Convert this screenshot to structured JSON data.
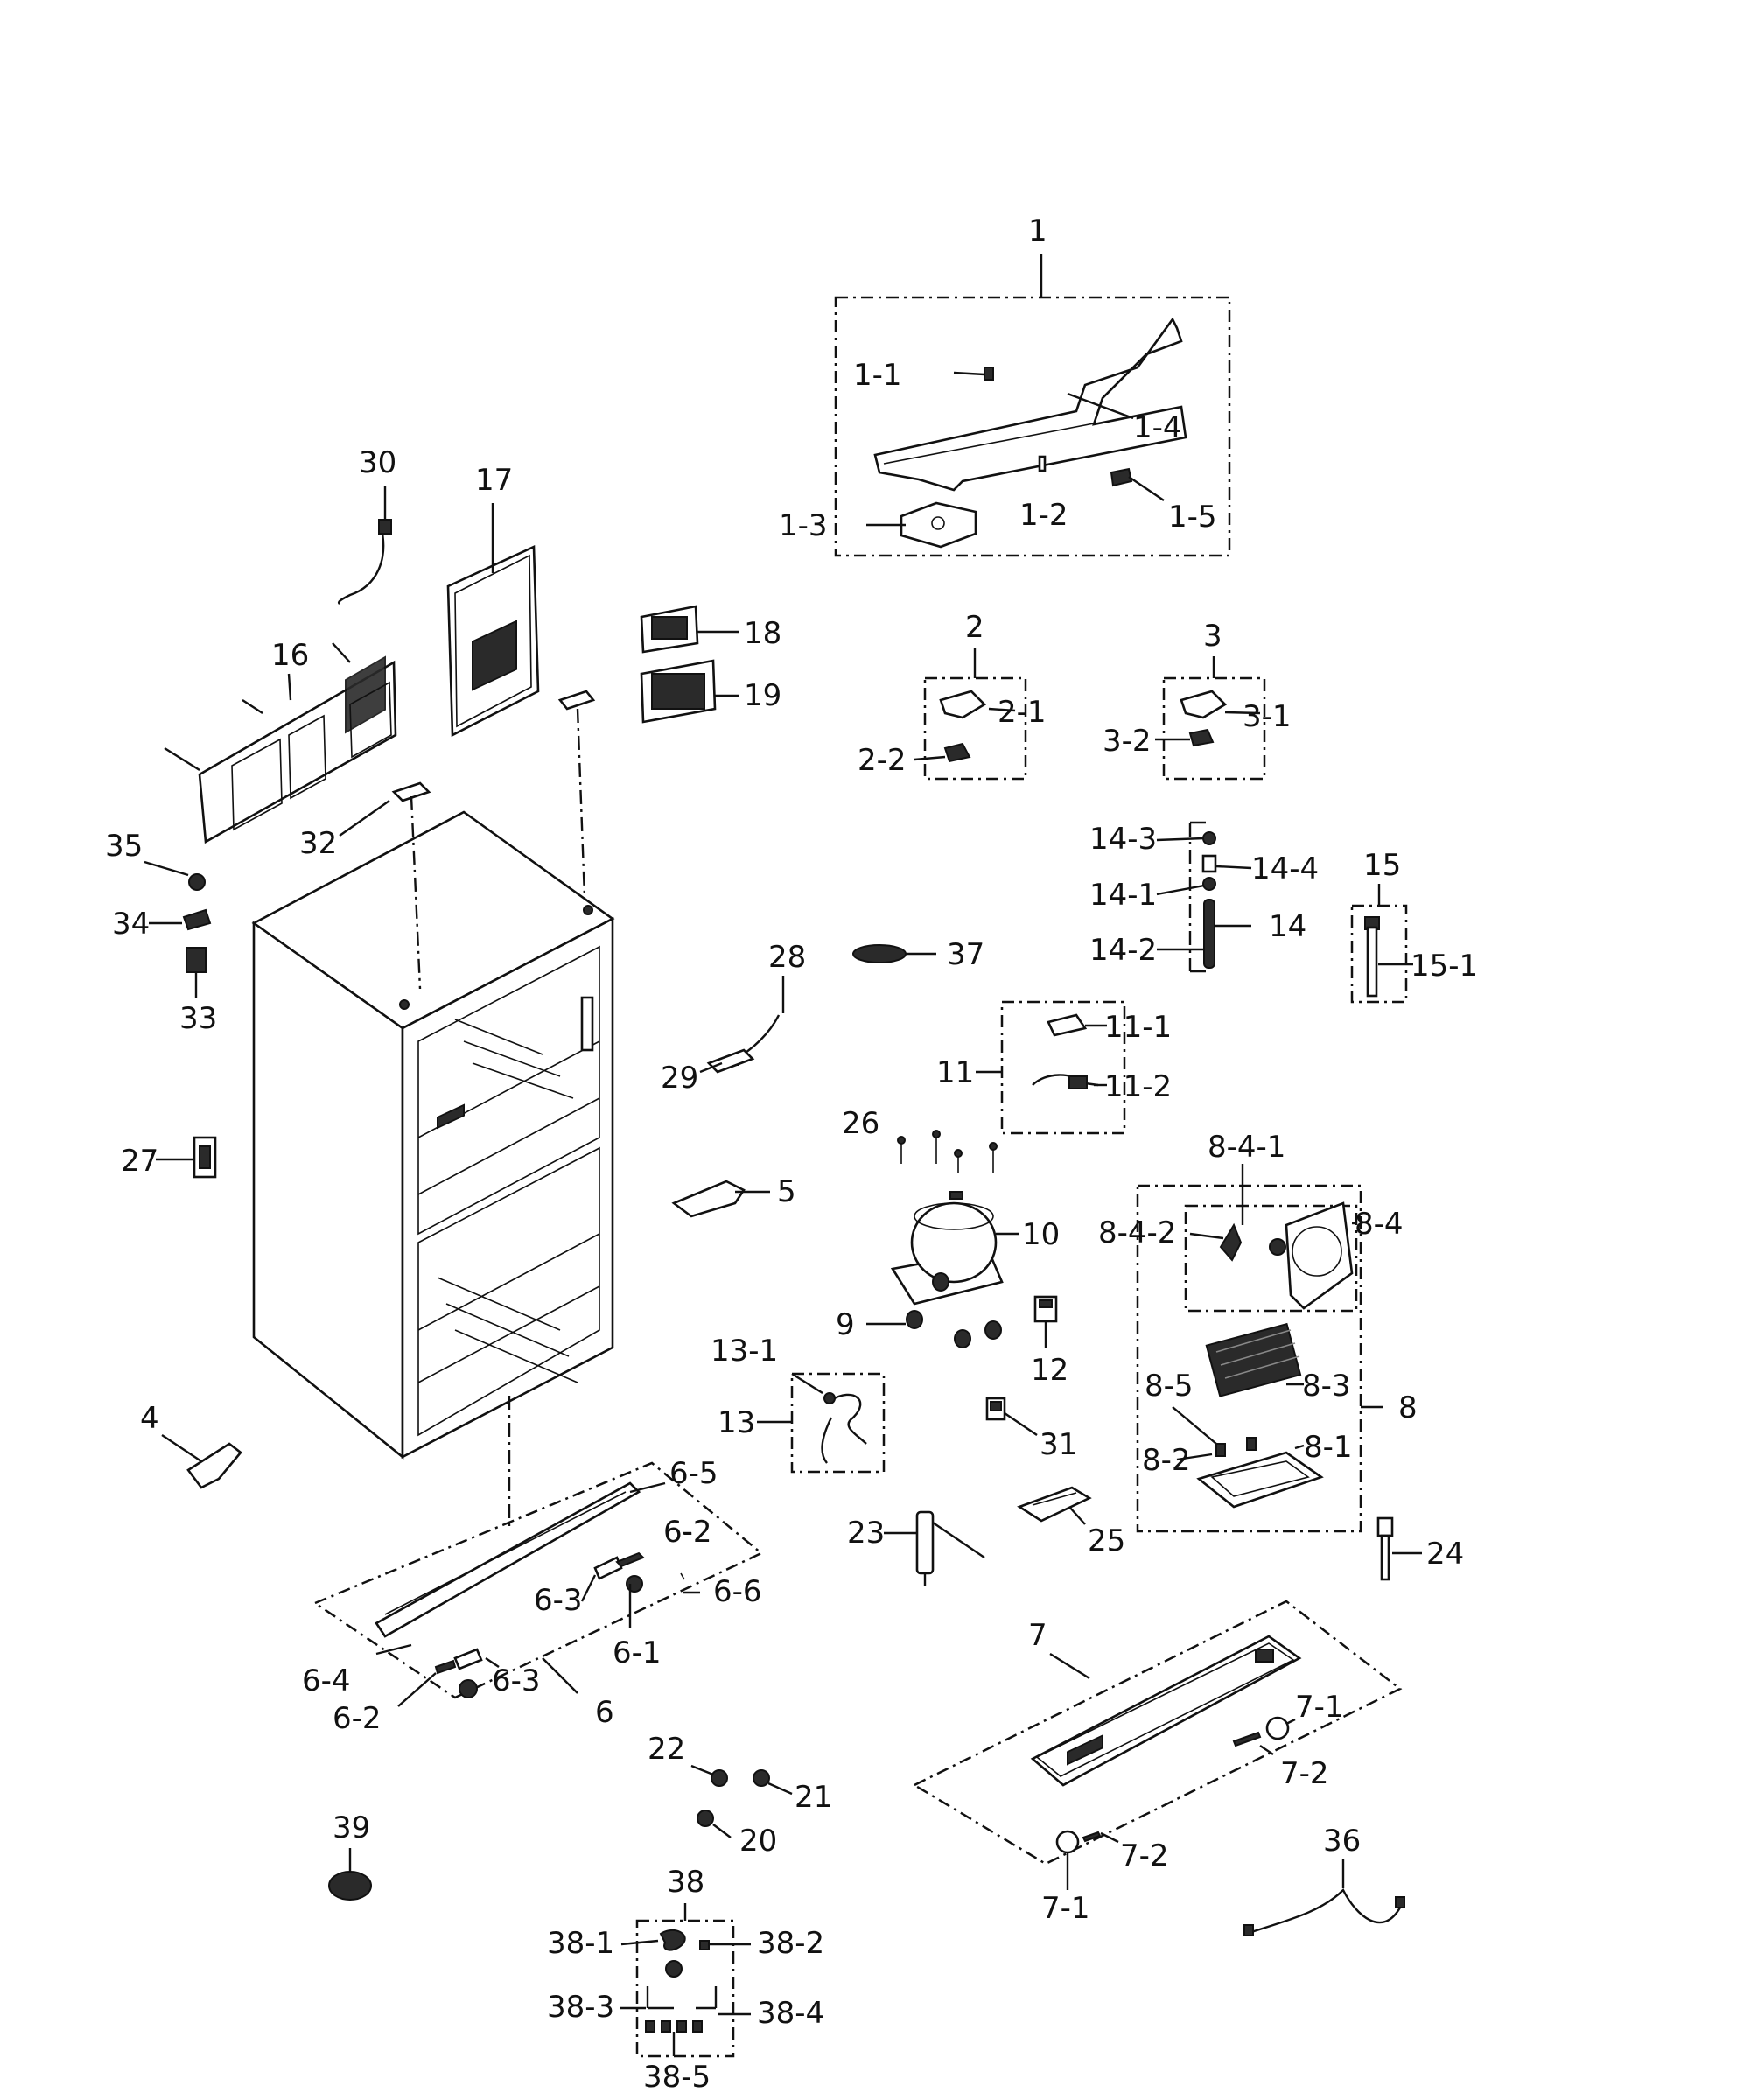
{
  "labels": {
    "l1": "1",
    "l1_1": "1-1",
    "l1_2": "1-2",
    "l1_3": "1-3",
    "l1_4": "1-4",
    "l1_5": "1-5",
    "l2": "2",
    "l2_1": "2-1",
    "l2_2": "2-2",
    "l3": "3",
    "l3_1": "3-1",
    "l3_2": "3-2",
    "l4": "4",
    "l5": "5",
    "l6": "6",
    "l6_1": "6-1",
    "l6_2a": "6-2",
    "l6_2b": "6-2",
    "l6_3a": "6-3",
    "l6_3b": "6-3",
    "l6_4": "6-4",
    "l6_5": "6-5",
    "l6_6": "6-6",
    "l7": "7",
    "l7_1a": "7-1",
    "l7_1b": "7-1",
    "l7_2a": "7-2",
    "l7_2b": "7-2",
    "l8": "8",
    "l8_1": "8-1",
    "l8_2": "8-2",
    "l8_3": "8-3",
    "l8_4": "8-4",
    "l8_4_1": "8-4-1",
    "l8_4_2": "8-4-2",
    "l8_5": "8-5",
    "l9": "9",
    "l10": "10",
    "l11": "11",
    "l11_1": "11-1",
    "l11_2": "11-2",
    "l12": "12",
    "l13": "13",
    "l13_1": "13-1",
    "l14": "14",
    "l14_1": "14-1",
    "l14_2": "14-2",
    "l14_3": "14-3",
    "l14_4": "14-4",
    "l15": "15",
    "l15_1": "15-1",
    "l16": "16",
    "l17": "17",
    "l18": "18",
    "l19": "19",
    "l20": "20",
    "l21": "21",
    "l22": "22",
    "l23": "23",
    "l24": "24",
    "l25": "25",
    "l26": "26",
    "l27": "27",
    "l28": "28",
    "l29": "29",
    "l30": "30",
    "l31": "31",
    "l32": "32",
    "l33": "33",
    "l34": "34",
    "l35": "35",
    "l36": "36",
    "l37": "37",
    "l38": "38",
    "l38_1": "38-1",
    "l38_2": "38-2",
    "l38_3": "38-3",
    "l38_4": "38-4",
    "l38_5": "38-5",
    "l39": "39"
  }
}
